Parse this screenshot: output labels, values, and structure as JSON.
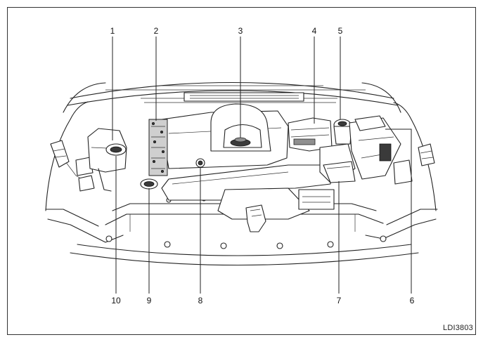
{
  "figure": {
    "code": "LDI3803"
  },
  "callouts": [
    "1",
    "2",
    "3",
    "4",
    "5",
    "6",
    "7",
    "8",
    "9",
    "10"
  ]
}
